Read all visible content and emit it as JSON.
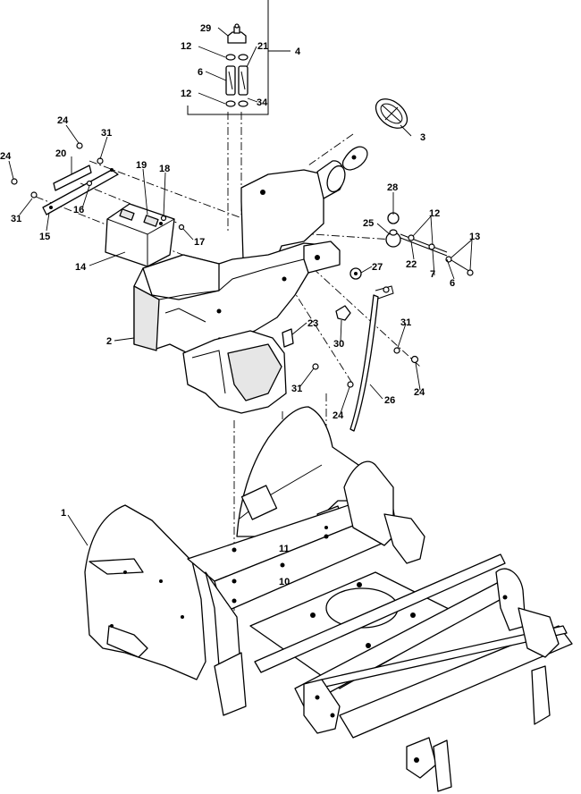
{
  "diagram": {
    "type": "exploded-parts-view",
    "callouts": [
      {
        "id": "c29",
        "label": "29"
      },
      {
        "id": "c12a",
        "label": "12"
      },
      {
        "id": "c21",
        "label": "21"
      },
      {
        "id": "c4",
        "label": "4"
      },
      {
        "id": "c6a",
        "label": "6"
      },
      {
        "id": "c12b",
        "label": "12"
      },
      {
        "id": "c34",
        "label": "34"
      },
      {
        "id": "c3",
        "label": "3"
      },
      {
        "id": "c24a",
        "label": "24"
      },
      {
        "id": "c31a",
        "label": "31"
      },
      {
        "id": "c24b",
        "label": "24"
      },
      {
        "id": "c20",
        "label": "20"
      },
      {
        "id": "c19",
        "label": "19"
      },
      {
        "id": "c18",
        "label": "18"
      },
      {
        "id": "c16",
        "label": "16"
      },
      {
        "id": "c31b",
        "label": "31"
      },
      {
        "id": "c15",
        "label": "15"
      },
      {
        "id": "c17",
        "label": "17"
      },
      {
        "id": "c14",
        "label": "14"
      },
      {
        "id": "c28",
        "label": "28"
      },
      {
        "id": "c12c",
        "label": "12"
      },
      {
        "id": "c25",
        "label": "25"
      },
      {
        "id": "c13",
        "label": "13"
      },
      {
        "id": "c22",
        "label": "22"
      },
      {
        "id": "c7",
        "label": "7"
      },
      {
        "id": "c6b",
        "label": "6"
      },
      {
        "id": "c27",
        "label": "27"
      },
      {
        "id": "c2",
        "label": "2"
      },
      {
        "id": "c23",
        "label": "23"
      },
      {
        "id": "c30",
        "label": "30"
      },
      {
        "id": "c31c",
        "label": "31"
      },
      {
        "id": "c31d",
        "label": "31"
      },
      {
        "id": "c24c",
        "label": "24"
      },
      {
        "id": "c24d",
        "label": "24"
      },
      {
        "id": "c26",
        "label": "26"
      },
      {
        "id": "c1",
        "label": "1"
      },
      {
        "id": "c11",
        "label": "11"
      },
      {
        "id": "c10",
        "label": "10"
      }
    ]
  }
}
